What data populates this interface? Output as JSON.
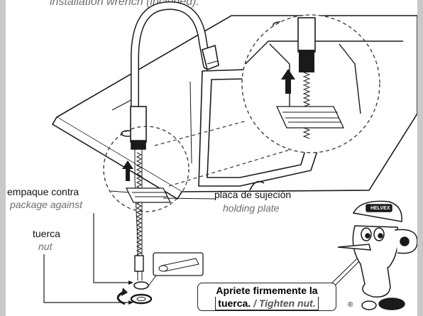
{
  "caption": {
    "top_text": "installation wrench (included)."
  },
  "labels": {
    "gasket": {
      "es": "empaque contra",
      "en": "package against"
    },
    "holding_plate": {
      "es": "placa de sujeción",
      "en": "holding plate"
    },
    "nut": {
      "es": "tuerca",
      "en": "nut"
    }
  },
  "callout": {
    "line1": "Apriete firmemente la",
    "line2_es": "tuerca.",
    "line2_en": "/ Tighten nut."
  },
  "mascot": {
    "cap_text": "HELVEX",
    "registered_mark": "®"
  },
  "colors": {
    "background": "#c9c9c9",
    "panel": "#ffffff",
    "line": "#1a1a1a",
    "english_text": "#6e6e6e"
  }
}
